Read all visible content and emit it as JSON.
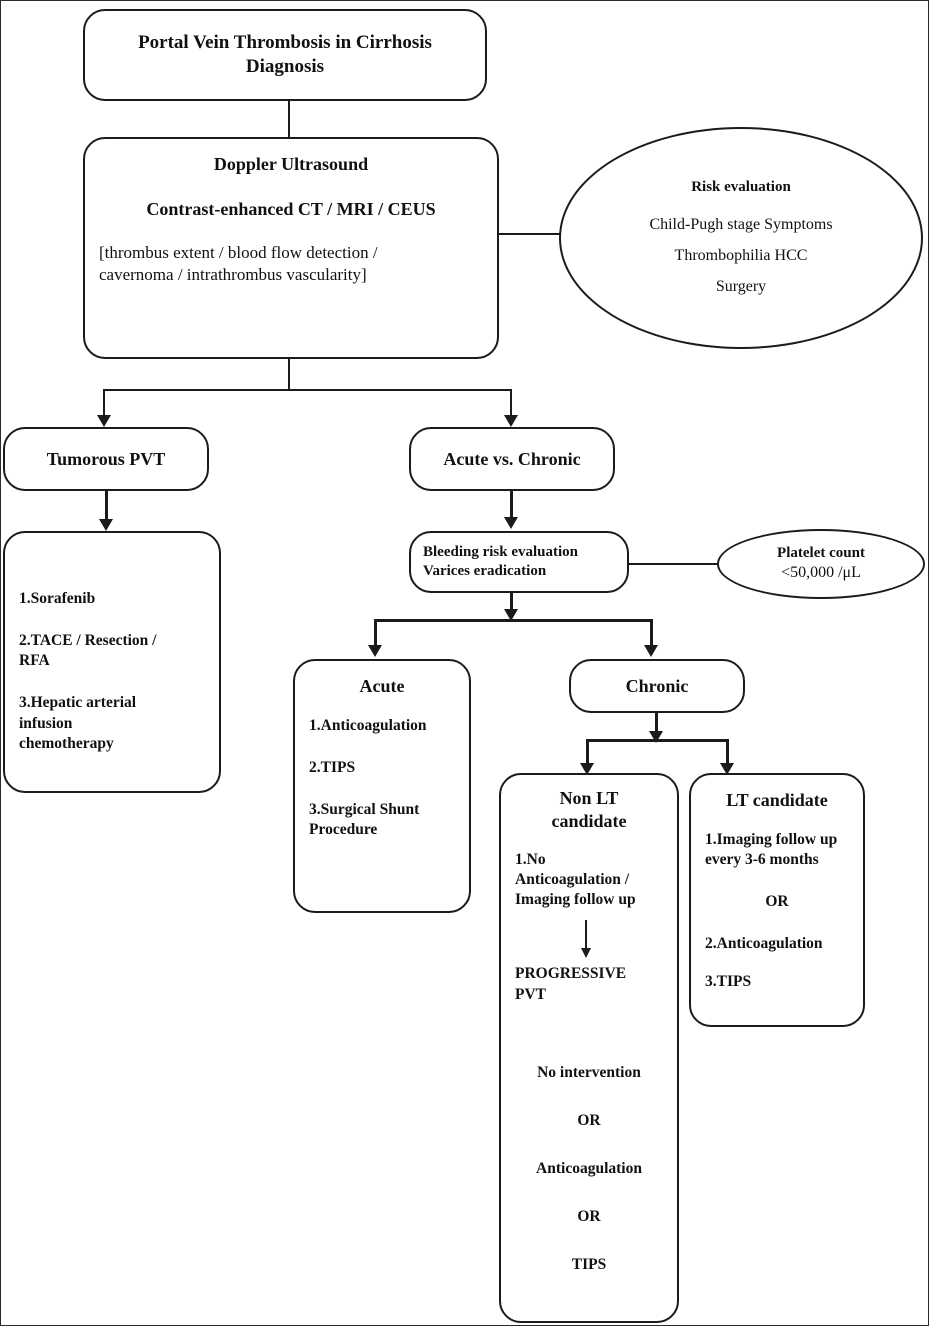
{
  "diagram": {
    "title": "Portal Vein Thrombosis in Cirrhosis Diagnosis Algorithm",
    "root": {
      "line1": "Portal Vein Thrombosis in Cirrhosis",
      "line2": "Diagnosis"
    },
    "imaging": {
      "line1": "Doppler Ultrasound",
      "line2": "Contrast-enhanced CT / MRI  / CEUS",
      "line3": "[thrombus extent / blood flow detection /",
      "line4": "cavernoma / intrathrombus vascularity]"
    },
    "risk_evaluation": {
      "title": "Risk evaluation",
      "line1": "Child-Pugh  stage  Symptoms",
      "line2": "Thrombophilia HCC",
      "line3": "Surgery"
    },
    "tumorous_pvt": {
      "label": "Tumorous PVT",
      "items": [
        "1.Sorafenib",
        "2.TACE / Resection /",
        "RFA",
        "3.Hepatic arterial",
        "infusion",
        "chemotherapy"
      ]
    },
    "acute_vs_chronic": {
      "label": "Acute vs. Chronic"
    },
    "bleeding_risk": {
      "line1": "Bleeding risk evaluation",
      "line2": "Varices eradication"
    },
    "platelet_count": {
      "title": "Platelet count",
      "value": "<50,000 /μL"
    },
    "acute": {
      "title": "Acute",
      "items": [
        "1.Anticoagulation",
        "2.TIPS",
        "3.Surgical Shunt",
        "Procedure"
      ]
    },
    "chronic": {
      "label": "Chronic"
    },
    "non_lt_candidate": {
      "title_line1": "Non LT",
      "title_line2": "candidate",
      "item1_line1": "1.No",
      "item1_line2": "Anticoagulation /",
      "item1_line3": "Imaging follow up",
      "progression_arrow": "down-arrow-icon",
      "progressive_line1": "PROGRESSIVE",
      "progressive_line2": "PVT",
      "options": [
        "No intervention",
        "OR",
        "Anticoagulation",
        "OR",
        "TIPS"
      ]
    },
    "lt_candidate": {
      "title": "LT candidate",
      "item1_line1": "1.Imaging follow up",
      "item1_line2": "every  3-6 months",
      "or": "OR",
      "item2": "2.Anticoagulation",
      "item3": "3.TIPS"
    },
    "colors": {
      "stroke": "#1b1b1b",
      "background": "#ffffff",
      "text": "#111111"
    }
  }
}
